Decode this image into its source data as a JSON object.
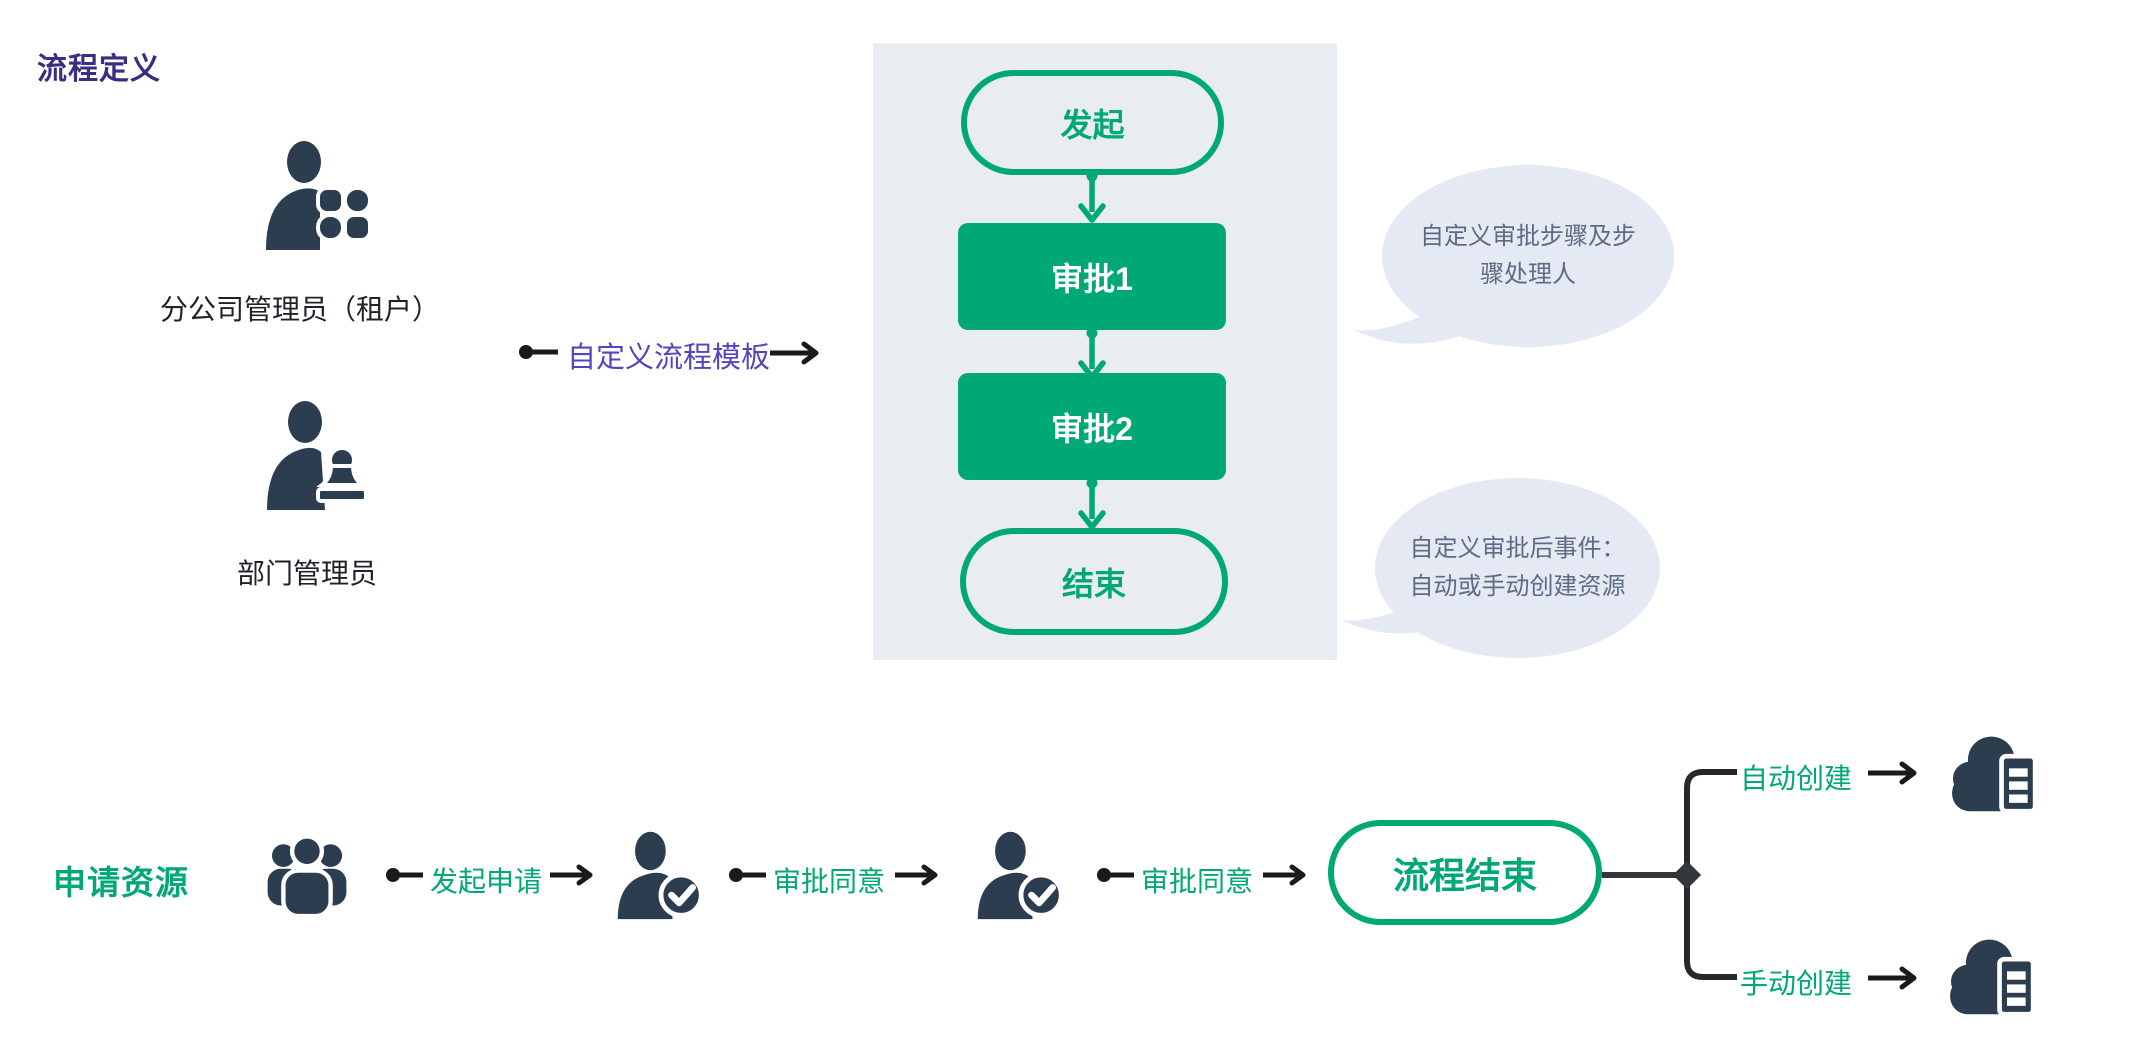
{
  "palette": {
    "green": "#00A873",
    "navy_icon": "#2C3D4F",
    "title_purple": "#3A2E83",
    "connector_purple": "#5246BD",
    "panel_background": "#E9EDF2",
    "bubble_background": "#E4E9F4",
    "bubble_text": "#5E6C83",
    "dark_line": "#33373C"
  },
  "header": {
    "title": "流程定义"
  },
  "actors": {
    "branch_admin_label": "分公司管理员（租户）",
    "dept_admin_label": "部门管理员"
  },
  "template_flow": {
    "connector_label": "自定义流程模板"
  },
  "flowchart": {
    "start_label": "发起",
    "step1_label": "审批1",
    "step2_label": "审批2",
    "end_label": "结束"
  },
  "callouts": {
    "steps_line1": "自定义审批步骤及步",
    "steps_line2": "骤处理人",
    "post_line1": "自定义审批后事件：",
    "post_line2": "自动或手动创建资源"
  },
  "request_flow": {
    "section_label": "申请资源",
    "step1_label": "发起申请",
    "step2_label": "审批同意",
    "step3_label": "审批同意",
    "end_label": "流程结束",
    "branch_auto_label": "自动创建",
    "branch_manual_label": "手动创建"
  }
}
